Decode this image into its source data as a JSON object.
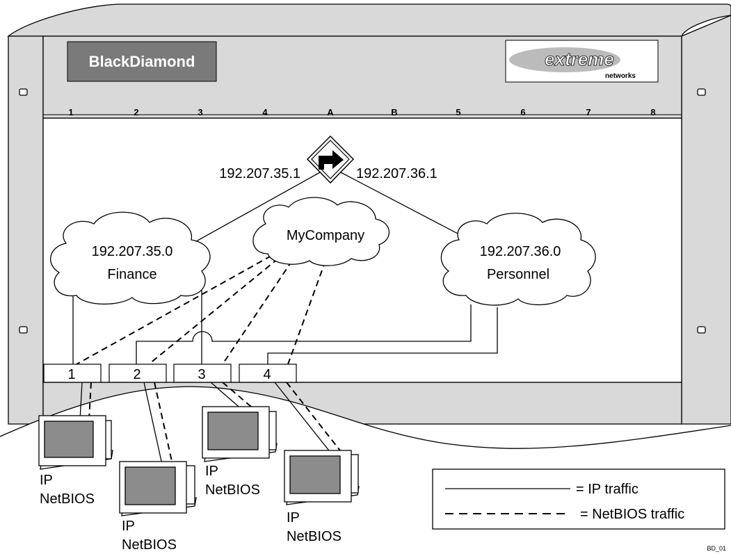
{
  "chassis": {
    "brand_logo": "BlackDiamond",
    "vendor_logo_main": "extreme",
    "vendor_logo_sub": "networks",
    "slots": [
      "1",
      "2",
      "3",
      "4",
      "A",
      "B",
      "5",
      "6",
      "7",
      "8"
    ]
  },
  "router": {
    "icon": "router-icon",
    "left_ip": "192.207.35.1",
    "right_ip": "192.207.36.1"
  },
  "clouds": {
    "finance": {
      "subnet": "192.207.35.0",
      "name": "Finance"
    },
    "mycompany": {
      "name": "MyCompany"
    },
    "personnel": {
      "subnet": "192.207.36.0",
      "name": "Personnel"
    }
  },
  "ports": [
    "1",
    "2",
    "3",
    "4"
  ],
  "workstations": [
    {
      "line1": "IP",
      "line2": "NetBIOS"
    },
    {
      "line1": "IP",
      "line2": "NetBIOS"
    },
    {
      "line1": "IP",
      "line2": "NetBIOS"
    },
    {
      "line1": "IP",
      "line2": "NetBIOS"
    }
  ],
  "legend": {
    "solid_label": "= IP traffic",
    "dashed_label": "= NetBIOS traffic"
  },
  "figure_ref": "BD_01",
  "colors": {
    "chassis_fill": "#d9d9d9",
    "brand_fill": "#7a7a7a",
    "screen_fill": "#8c8c8c",
    "line": "#000000",
    "panel": "#ffffff"
  }
}
